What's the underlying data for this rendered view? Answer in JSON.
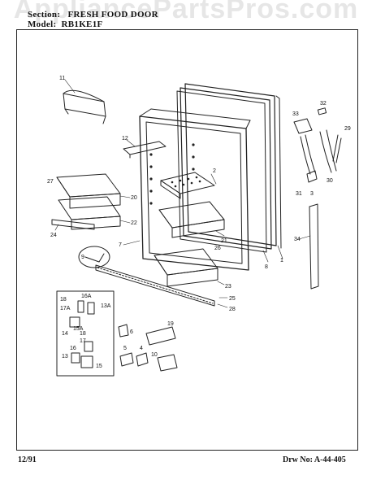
{
  "watermark": "AppliancePartsPros.com",
  "header": {
    "section_label": "Section:",
    "section_value": "FRESH FOOD DOOR",
    "model_label": "Model:",
    "model_value": "RB1KE1F"
  },
  "footer": {
    "date": "12/91",
    "drawing_label": "Drw No:",
    "drawing_number": "A-44-405"
  },
  "callouts": [
    {
      "id": "c11",
      "text": "11"
    },
    {
      "id": "c12",
      "text": "12"
    },
    {
      "id": "c27",
      "text": "27"
    },
    {
      "id": "c20",
      "text": "20"
    },
    {
      "id": "c22",
      "text": "22"
    },
    {
      "id": "c24",
      "text": "24"
    },
    {
      "id": "c7",
      "text": "7"
    },
    {
      "id": "c9",
      "text": "9"
    },
    {
      "id": "c2",
      "text": "2"
    },
    {
      "id": "c21",
      "text": "21"
    },
    {
      "id": "c26",
      "text": "26"
    },
    {
      "id": "c8",
      "text": "8"
    },
    {
      "id": "c1",
      "text": "1"
    },
    {
      "id": "c23",
      "text": "23"
    },
    {
      "id": "c25",
      "text": "25"
    },
    {
      "id": "c28",
      "text": "28"
    },
    {
      "id": "c33",
      "text": "33"
    },
    {
      "id": "c32",
      "text": "32"
    },
    {
      "id": "c29",
      "text": "29"
    },
    {
      "id": "c31",
      "text": "31"
    },
    {
      "id": "c3",
      "text": "3"
    },
    {
      "id": "c30",
      "text": "30"
    },
    {
      "id": "c34",
      "text": "34"
    },
    {
      "id": "c18a",
      "text": "18"
    },
    {
      "id": "c16a",
      "text": "16A"
    },
    {
      "id": "c17a",
      "text": "17A"
    },
    {
      "id": "c13a",
      "text": "13A"
    },
    {
      "id": "c14",
      "text": "14"
    },
    {
      "id": "c18b",
      "text": "18"
    },
    {
      "id": "c17",
      "text": "17"
    },
    {
      "id": "c16",
      "text": "16"
    },
    {
      "id": "c13",
      "text": "13"
    },
    {
      "id": "c15a",
      "text": "15A"
    },
    {
      "id": "c15",
      "text": "15"
    },
    {
      "id": "c6",
      "text": "6"
    },
    {
      "id": "c19",
      "text": "19"
    },
    {
      "id": "c5",
      "text": "5"
    },
    {
      "id": "c4",
      "text": "4"
    },
    {
      "id": "c10",
      "text": "10"
    }
  ]
}
